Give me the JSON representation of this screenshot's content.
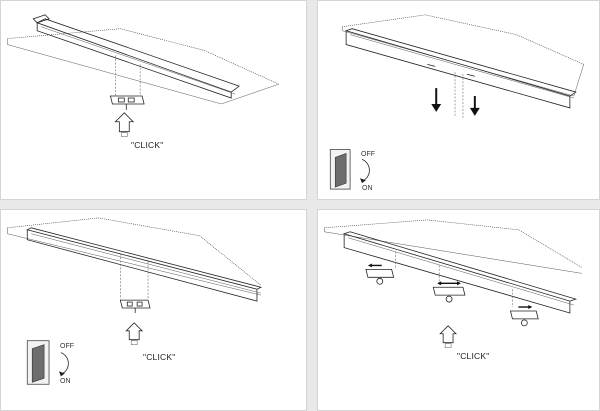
{
  "panels": {
    "top_left": {
      "click_label": "\"CLICK\""
    },
    "top_right": {
      "switch_off": "OFF",
      "switch_on": "ON"
    },
    "bottom_left": {
      "click_label": "\"CLICK\"",
      "switch_off": "OFF",
      "switch_on": "ON"
    },
    "bottom_right": {
      "click_label": "\"CLICK\""
    }
  },
  "colors": {
    "line": "#222222",
    "panel_bg": "#ffffff",
    "page_bg": "#e9e9e9"
  },
  "icons": [
    "up-arrow-icon",
    "down-arrow-icon",
    "power-switch-icon",
    "curved-arrow-icon",
    "adapter-connector-icon",
    "double-arrow-icon"
  ]
}
